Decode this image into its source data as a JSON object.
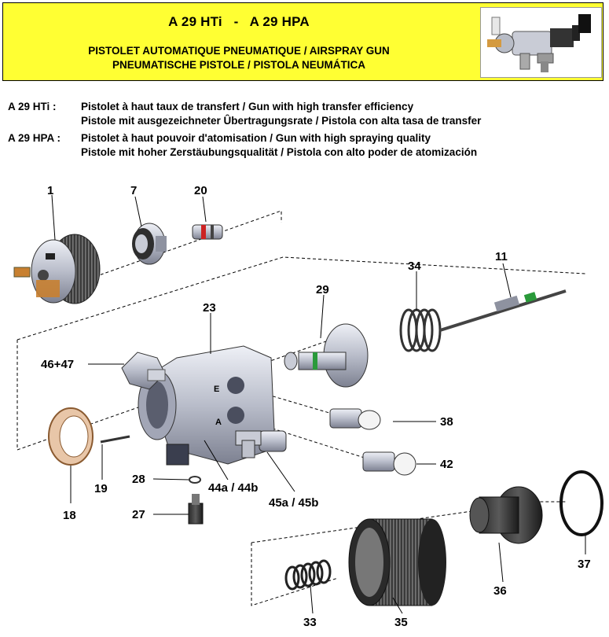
{
  "header": {
    "title": "A 29 HTi   -   A 29 HPA",
    "subtitle_line1": "PISTOLET AUTOMATIQUE PNEUMATIQUE / AIRSPRAY GUN",
    "subtitle_line2": "PNEUMATISCHE PISTOLE / PISTOLA NEUMÁTICA"
  },
  "descriptions": [
    {
      "model": "A 29 HTi :",
      "line1": "Pistolet à haut taux de transfert / Gun with high transfer efficiency",
      "line2": "Pistole mit ausgezeichneter Ȗbertragungsrate / Pistola con alta tasa de transfer"
    },
    {
      "model": "A 29 HPA :",
      "line1": "Pistolet à haut pouvoir d'atomisation / Gun with high spraying quality",
      "line2": "Pistole mit hoher Zerstäubungsqualität / Pistola con alto poder de atomización"
    }
  ],
  "callouts": {
    "c1": "1",
    "c7": "7",
    "c20": "20",
    "c34": "34",
    "c11": "11",
    "c29": "29",
    "c23": "23",
    "c46": "46+47",
    "c38": "38",
    "c42": "42",
    "c28": "28",
    "c44": "44a / 44b",
    "c19": "19",
    "c18": "18",
    "c27": "27",
    "c45": "45a / 45b",
    "c37": "37",
    "c36": "36",
    "c33": "33",
    "c35": "35"
  }
}
